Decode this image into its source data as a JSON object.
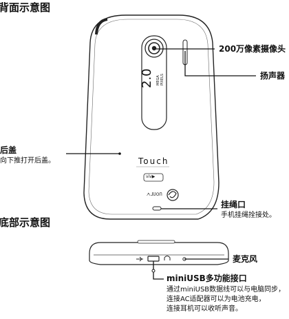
{
  "titles": {
    "back_view": "背面示意图",
    "bottom_view": "底部示意图"
  },
  "callouts": {
    "camera": "200万像素摄像头",
    "speaker": "扬声器",
    "back_cover": "后盖",
    "back_cover_note": "向下推打开后盖。",
    "strap": "挂绳口",
    "strap_note": "手机挂绳拴接处。",
    "microphone": "麦克风",
    "usb": "miniUSB多功能接口",
    "usb_notes": [
      "通过miniUSB数据线可以与电脑同步，",
      "连接AC适配器可以为电池充电，",
      "连接耳机可以收听声音。"
    ]
  },
  "phone_markings": {
    "megapixel_value": "2.0",
    "megapixel_caption_1": "MEGA",
    "megapixel_caption_2": "PIXELS",
    "model": "Touch",
    "badge": "viv▶",
    "carrier": "ᗅᒧᑌOᑎ"
  }
}
